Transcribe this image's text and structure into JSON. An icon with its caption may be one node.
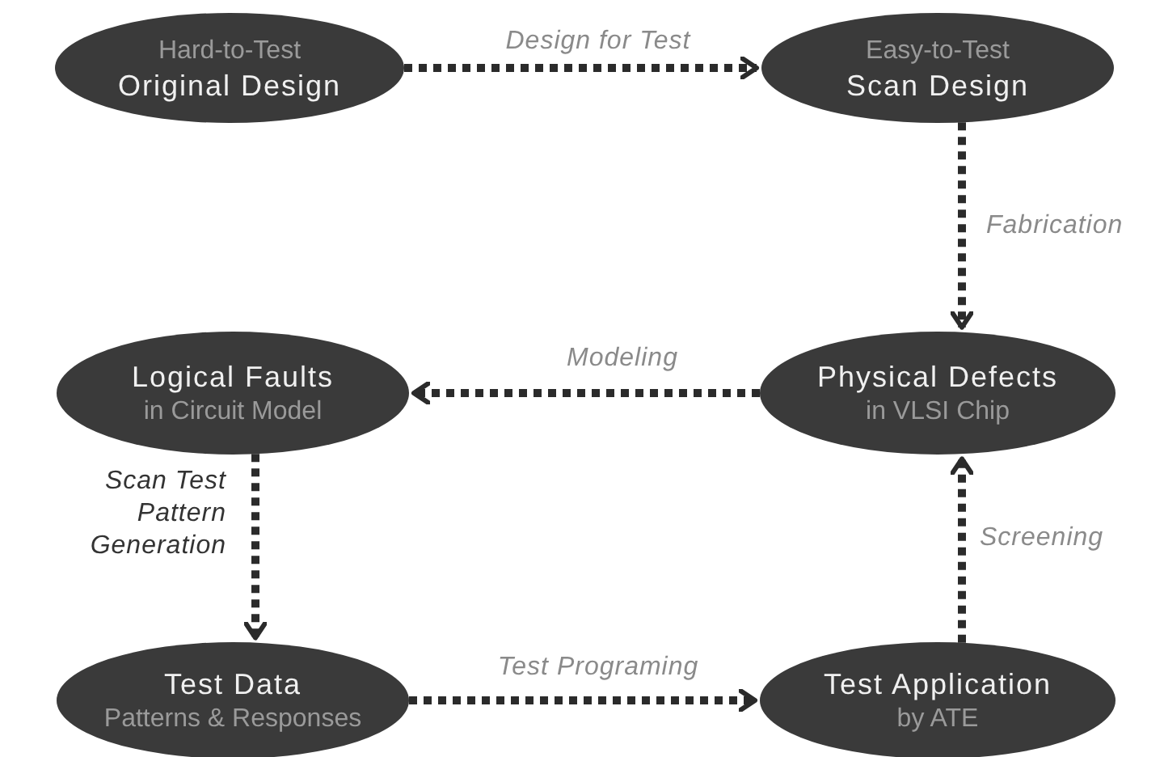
{
  "diagram": {
    "nodes": [
      {
        "text": [
          "Hard-to-Test",
          "Original Design"
        ]
      },
      {
        "text": [
          "Easy-to-Test",
          "Scan Design"
        ]
      },
      {
        "text": [
          "Logical Faults",
          "in Circuit Model"
        ]
      },
      {
        "text": [
          "Physical Defects",
          "in VLSI Chip"
        ]
      },
      {
        "text": [
          "Test Data",
          "Patterns & Responses"
        ]
      },
      {
        "text": [
          "Test Application",
          "by ATE"
        ]
      }
    ],
    "edges": [
      {
        "from": 0,
        "to": 1,
        "arrow": "to",
        "label": "Design for Test"
      },
      {
        "from": 1,
        "to": 3,
        "arrow": "to",
        "label": "Fabrication"
      },
      {
        "from": 3,
        "to": 2,
        "arrow": "to",
        "label": "Modeling"
      },
      {
        "from": 2,
        "to": 4,
        "arrow": "to",
        "label": "Scan Test Pattern Generation"
      },
      {
        "from": 4,
        "to": 5,
        "arrow": "to",
        "label": "Test Programing"
      },
      {
        "from": 5,
        "to": 3,
        "arrow": "to",
        "label": "Screening"
      }
    ]
  }
}
